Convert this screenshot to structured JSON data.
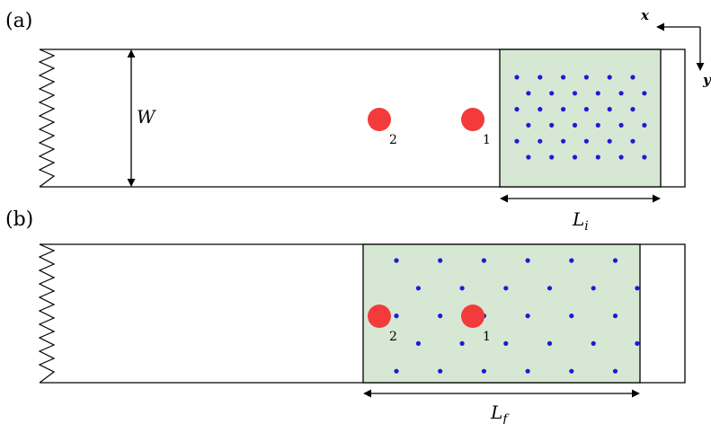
{
  "panel_a": {
    "label": "(a)",
    "width_label": "W",
    "length_label": "L",
    "length_subscript": "i",
    "particle_1": "1",
    "particle_2": "2"
  },
  "panel_b": {
    "label": "(b)",
    "length_label": "L",
    "length_subscript": "f",
    "particle_1": "1",
    "particle_2": "2"
  },
  "axes": {
    "x_label": "x",
    "y_label": "y"
  },
  "colors": {
    "region_fill": "#d6e8d4",
    "particle": "#f33b3b",
    "dot": "#1c1cd6",
    "line": "#000000"
  }
}
